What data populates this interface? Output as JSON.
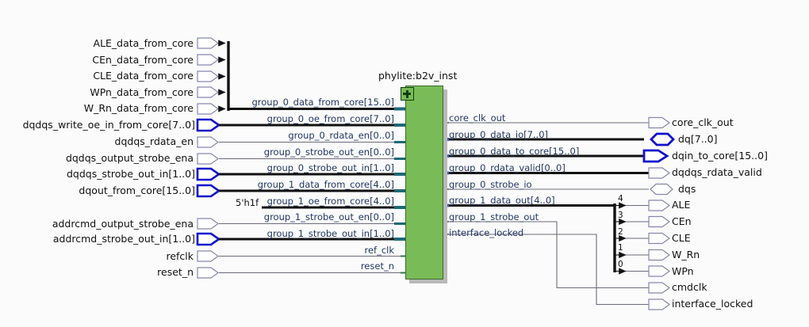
{
  "diagram": {
    "title": "phylite:b2v_inst",
    "background": "#fbfbfb",
    "block_fill": "#79bb57",
    "block_stroke": "#3d6b2c",
    "bus_color": "#111111",
    "wire_color": "#6b6b7a",
    "label_color": "#1f3864",
    "bold_port_color": "#1111cc",
    "thin_port_color": "#8686b0"
  },
  "constants": [
    {
      "text": "5'h1f"
    }
  ],
  "inputs": [
    {
      "label": "ALE_data_from_core",
      "bus": false
    },
    {
      "label": "CEn_data_from_core",
      "bus": false
    },
    {
      "label": "CLE_data_from_core",
      "bus": false
    },
    {
      "label": "WPn_data_from_core",
      "bus": false
    },
    {
      "label": "W_Rn_data_from_core",
      "bus": false
    },
    {
      "label": "dqdqs_write_oe_in_from_core[7..0]",
      "bus": true
    },
    {
      "label": "dqdqs_rdata_en",
      "bus": false
    },
    {
      "label": "dqdqs_output_strobe_ena",
      "bus": false
    },
    {
      "label": "dqdqs_strobe_out_in[1..0]",
      "bus": true
    },
    {
      "label": "dqout_from_core[15..0]",
      "bus": true
    },
    {
      "label": "addrcmd_output_strobe_ena",
      "bus": false
    },
    {
      "label": "addrcmd_strobe_out_in[1..0]",
      "bus": true
    },
    {
      "label": "refclk",
      "bus": false
    },
    {
      "label": "reset_n",
      "bus": false
    }
  ],
  "block_input_pins": [
    {
      "label": "group_0_data_from_core[15..0]",
      "bus": true
    },
    {
      "label": "group_0_oe_from_core[7..0]",
      "bus": true
    },
    {
      "label": "group_0_rdata_en[0..0]",
      "bus": false
    },
    {
      "label": "group_0_strobe_out_en[0..0]",
      "bus": false
    },
    {
      "label": "group_0_strobe_out_in[1..0]",
      "bus": true
    },
    {
      "label": "group_1_data_from_core[4..0]",
      "bus": true
    },
    {
      "label": "group_1_oe_from_core[4..0]",
      "bus": true
    },
    {
      "label": "group_1_strobe_out_en[0..0]",
      "bus": false
    },
    {
      "label": "group_1_strobe_out_in[1..0]",
      "bus": true
    },
    {
      "label": "ref_clk",
      "bus": false
    },
    {
      "label": "reset_n",
      "bus": false
    }
  ],
  "block_output_pins": [
    {
      "label": "core_clk_out",
      "bus": false
    },
    {
      "label": "group_0_data_io[7..0]",
      "bus": true
    },
    {
      "label": "group_0_data_to_core[15..0]",
      "bus": true
    },
    {
      "label": "group_0_rdata_valid[0..0]",
      "bus": true
    },
    {
      "label": "group_0_strobe_io",
      "bus": false
    },
    {
      "label": "group_1_data_out[4..0]",
      "bus": true
    },
    {
      "label": "group_1_strobe_out",
      "bus": false
    },
    {
      "label": "interface_locked",
      "bus": false
    }
  ],
  "outputs": [
    {
      "label": "core_clk_out",
      "shape": "arrow",
      "bold": false
    },
    {
      "label": "dq[7..0]",
      "shape": "hex",
      "bold": true
    },
    {
      "label": "dqin_to_core[15..0]",
      "shape": "arrow",
      "bold": true
    },
    {
      "label": "dqdqs_rdata_valid",
      "shape": "arrow",
      "bold": false
    },
    {
      "label": "dqs",
      "shape": "hex",
      "bold": false
    },
    {
      "label": "ALE",
      "shape": "arrow",
      "bold": false
    },
    {
      "label": "CEn",
      "shape": "arrow",
      "bold": false
    },
    {
      "label": "CLE",
      "shape": "arrow",
      "bold": false
    },
    {
      "label": "W_Rn",
      "shape": "arrow",
      "bold": false
    },
    {
      "label": "WPn",
      "shape": "arrow",
      "bold": false
    },
    {
      "label": "cmdclk",
      "shape": "arrow",
      "bold": false
    },
    {
      "label": "interface_locked",
      "shape": "arrow",
      "bold": false
    }
  ],
  "bus_taps": [
    {
      "index": "4"
    },
    {
      "index": "3"
    },
    {
      "index": "2"
    },
    {
      "index": "1"
    },
    {
      "index": "0"
    }
  ]
}
